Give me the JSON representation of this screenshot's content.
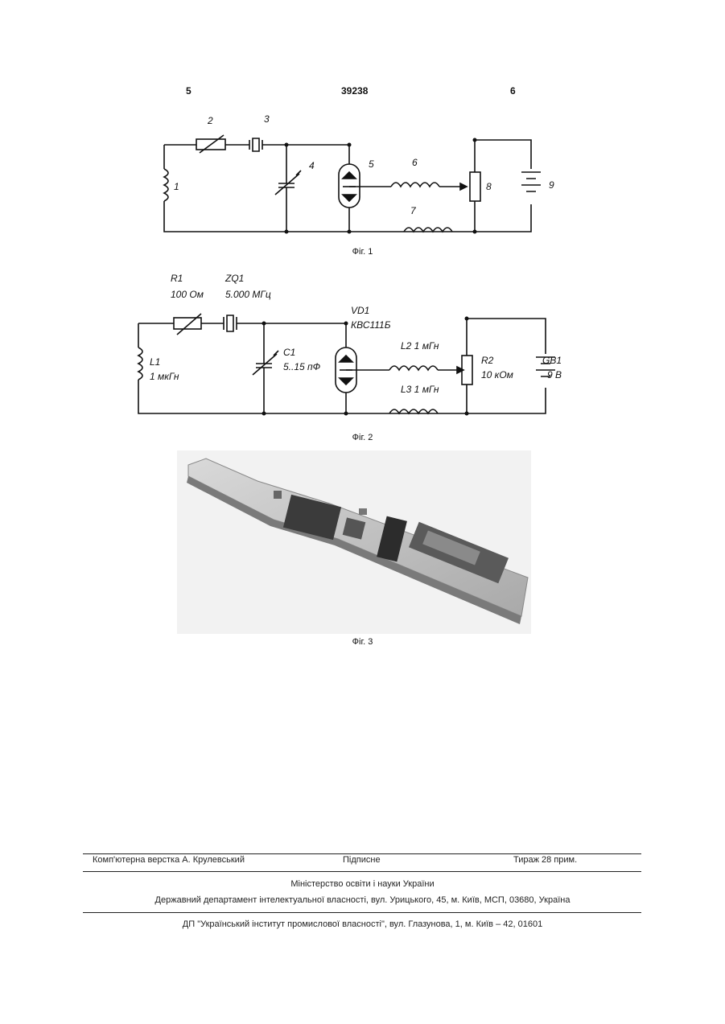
{
  "header": {
    "left": "5",
    "center": "39238",
    "right": "6"
  },
  "fig1": {
    "caption": "Фіг. 1",
    "labels": {
      "l1": "1",
      "l2": "2",
      "l3": "3",
      "l4": "4",
      "l5": "5",
      "l6": "6",
      "l7": "7",
      "l8": "8",
      "l9": "9"
    }
  },
  "fig2": {
    "caption": "Фіг. 2",
    "labels": {
      "r1": "R1",
      "r1v": "100 Ом",
      "zq1": "ZQ1",
      "zq1v": "5.000 МГц",
      "vd1": "VD1",
      "vd1v": "КВС111Б",
      "c1": "C1",
      "c1v": "5..15 пФ",
      "l1": "L1",
      "l1v": "1 мкГн",
      "l2": "L2  1 мГн",
      "l3": "L3  1 мГн",
      "r2": "R2",
      "r2v": "10 кОм",
      "gb1": "GB1",
      "gb1v": "9 В"
    }
  },
  "fig3": {
    "caption": "Фіг. 3"
  },
  "footer": {
    "layout": "Комп'ютерна верстка А. Крулевський",
    "signed": "Підписне",
    "print_run": "Тираж 28 прим.",
    "ministry": "Міністерство освіти і науки України",
    "department": "Державний департамент інтелектуальної власності, вул. Урицького, 45, м. Київ, МСП, 03680, Україна",
    "institute": "ДП \"Український інститут промислової власності\", вул. Глазунова, 1, м. Київ – 42, 01601"
  }
}
